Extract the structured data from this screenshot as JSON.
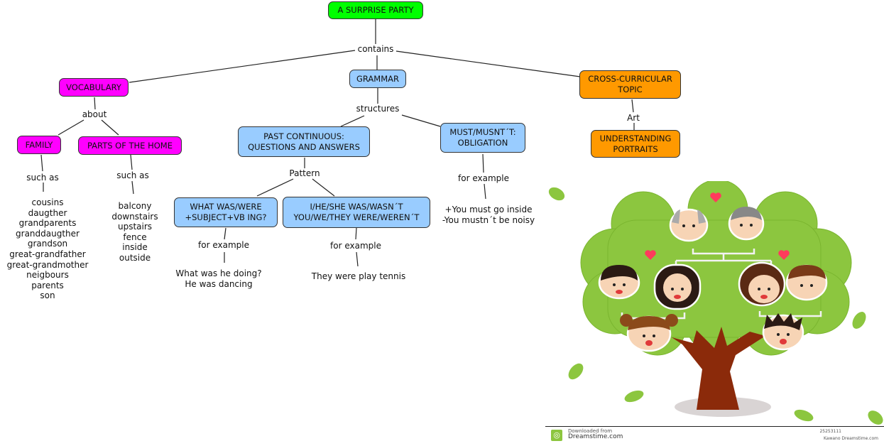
{
  "title": "A SURPRISE PARTY",
  "links": {
    "contains": "contains",
    "about": "about",
    "such_as_family": "such as",
    "such_as_home": "such as",
    "structures": "structures",
    "pattern": "Pattern",
    "for_example_question": "for example",
    "for_example_answer": "for example",
    "for_example_must": "for example",
    "art": "Art"
  },
  "nodes": {
    "vocabulary": "VOCABULARY",
    "grammar": "GRAMMAR",
    "cross_curricular": "CROSS-CURRICULAR\nTOPIC",
    "family": "FAMILY",
    "parts_of_home": "PARTS OF THE HOME",
    "past_continuous": "PAST CONTINUOUS:\nQUESTIONS AND ANSWERS",
    "must": "MUST/MUSNT´T:\nOBLIGATION",
    "understanding_portraits": "UNDERSTANDING\nPORTRAITS",
    "question_pattern": "WHAT WAS/WERE\n+SUBJECT+VB ING?",
    "answer_pattern": "I/HE/SHE WAS/WASN´T\nYOU/WE/THEY WERE/WEREN´T"
  },
  "lists": {
    "family_words": [
      "cousins",
      "daugther",
      "grandparents",
      "granddaugther",
      "grandson",
      "great-grandfather",
      "great-grandmother",
      "neigbours",
      "parents",
      "son"
    ],
    "home_words": [
      "balcony",
      "downstairs",
      "upstairs",
      "fence",
      "inside",
      "outside"
    ],
    "question_examples": [
      "What was he doing?",
      "He was dancing"
    ],
    "answer_examples": [
      "They were play tennis"
    ],
    "must_examples": [
      "+You must go inside",
      "-You mustn´t be noisy"
    ]
  },
  "image": {
    "subject": "family-tree-illustration",
    "colors": {
      "foliage": "#8cc63f",
      "trunk": "#8b2a0a",
      "heart": "#ff3b5c",
      "shadow": "#d9d4d4"
    },
    "footer": {
      "line1": "Downloaded from",
      "line2": "Dreamstime.com",
      "right1": "25253111",
      "right2": "Kawano  Dreamstime.com"
    }
  },
  "colors": {
    "root": "#00ff00",
    "vocabulary": "#ff00ff",
    "grammar": "#99ccff",
    "cross_curricular": "#ff9900"
  }
}
